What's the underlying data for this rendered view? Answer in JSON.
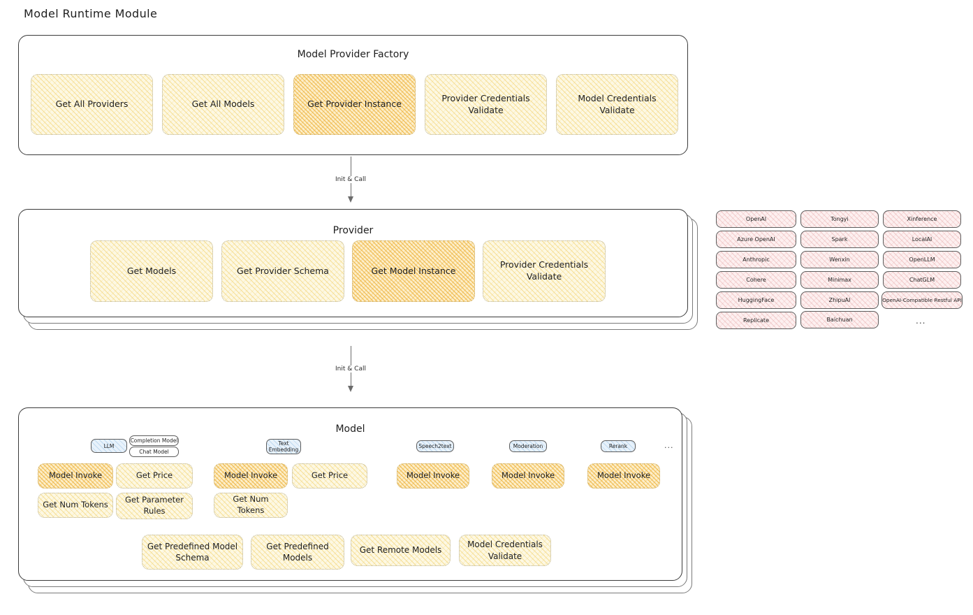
{
  "page": {
    "title": "Model Runtime Module"
  },
  "factory": {
    "title": "Model Provider Factory",
    "nodes": [
      {
        "label": "Get All Providers",
        "highlight": false
      },
      {
        "label": "Get All Models",
        "highlight": false
      },
      {
        "label": "Get Provider Instance",
        "highlight": true
      },
      {
        "label": "Provider Credentials Validate",
        "highlight": false
      },
      {
        "label": "Model Credentials Validate",
        "highlight": false
      }
    ]
  },
  "arrows": [
    {
      "label": "Init & Call"
    },
    {
      "label": "Init & Call"
    }
  ],
  "provider": {
    "title": "Provider",
    "nodes": [
      {
        "label": "Get Models",
        "highlight": false
      },
      {
        "label": "Get Provider Schema",
        "highlight": false
      },
      {
        "label": "Get Model Instance",
        "highlight": true
      },
      {
        "label": "Provider Credentials Validate",
        "highlight": false
      }
    ]
  },
  "provider_list": {
    "columns": [
      [
        "OpenAI",
        "Azure OpenAI",
        "Anthropic",
        "Cohere",
        "HuggingFace",
        "Replicate"
      ],
      [
        "Tongyi",
        "Spark",
        "Wenxin",
        "Minimax",
        "ZhipuAI",
        "Baichuan"
      ],
      [
        "Xinference",
        "LocalAI",
        "OpenLLM",
        "ChatGLM",
        "OpenAI-Compatible Restful API"
      ]
    ],
    "more": "..."
  },
  "model": {
    "title": "Model",
    "more": "...",
    "types": [
      {
        "badge": "LLM",
        "sub_badges": [
          "Completion Model",
          "Chat Model"
        ],
        "methods": [
          {
            "label": "Model Invoke",
            "highlight": true
          },
          {
            "label": "Get Price",
            "highlight": false
          },
          {
            "label": "Get Num Tokens",
            "highlight": false
          },
          {
            "label": "Get Parameter Rules",
            "highlight": false
          }
        ]
      },
      {
        "badge": "Text Embedding",
        "sub_badges": [],
        "methods": [
          {
            "label": "Model Invoke",
            "highlight": true
          },
          {
            "label": "Get Price",
            "highlight": false
          },
          {
            "label": "Get Num Tokens",
            "highlight": false
          }
        ]
      },
      {
        "badge": "Speech2text",
        "sub_badges": [],
        "methods": [
          {
            "label": "Model Invoke",
            "highlight": true
          }
        ]
      },
      {
        "badge": "Moderation",
        "sub_badges": [],
        "methods": [
          {
            "label": "Model Invoke",
            "highlight": true
          }
        ]
      },
      {
        "badge": "Rerank",
        "sub_badges": [],
        "methods": [
          {
            "label": "Model Invoke",
            "highlight": true
          }
        ]
      }
    ],
    "common_methods": [
      "Get Predefined Model Schema",
      "Get Predefined Models",
      "Get Remote Models",
      "Model Credentials Validate"
    ]
  },
  "colors": {
    "node_yellow": "#fdf8e3",
    "node_orange": "#fdefcb",
    "provider_pink": "#fdf0f0",
    "badge_blue": "#e8f2fb",
    "stroke": "#1e1e1e"
  }
}
